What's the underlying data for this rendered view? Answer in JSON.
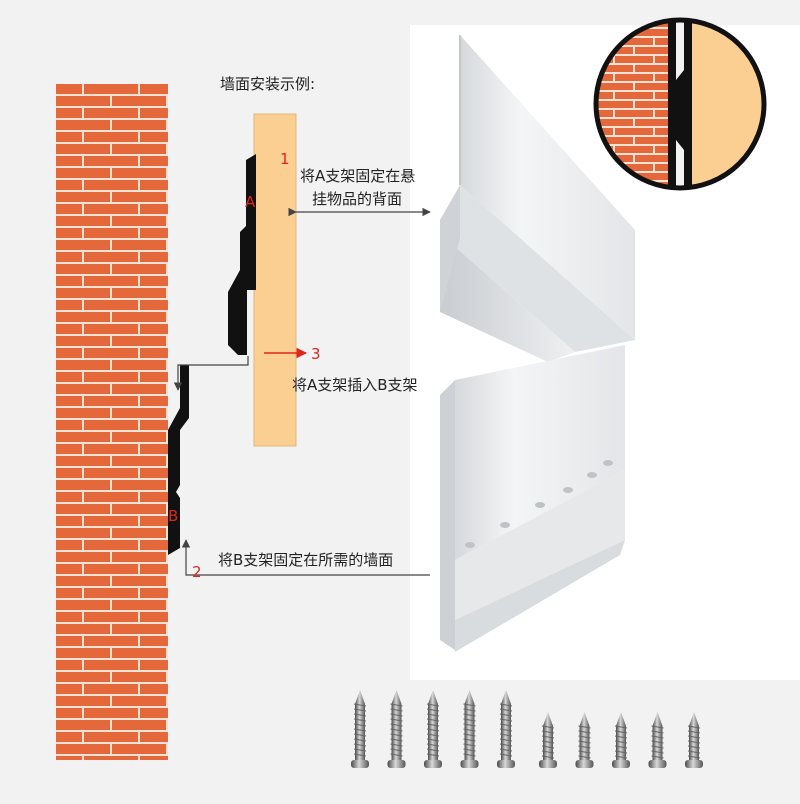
{
  "title": "墙面安装示例:",
  "labels": {
    "bracket_a": "A",
    "bracket_b": "B"
  },
  "steps": [
    {
      "number": "1",
      "text_line1": "将A支架固定在悬",
      "text_line2": "挂物品的背面"
    },
    {
      "number": "2",
      "text": "将B支架固定在所需的墙面"
    },
    {
      "number": "3",
      "text": "将A支架插入B支架"
    }
  ],
  "hardware": {
    "long_screws": 5,
    "short_screws": 5
  },
  "colors": {
    "brick": "#e4683a",
    "mortar": "#f3e3d6",
    "board": "#fbcf91",
    "bracket": "#111111",
    "accent_red": "#e0261c",
    "aluminum": "#e9ebed"
  },
  "icons": [
    "arrow-icon",
    "screw-icon",
    "magnifier-circle-icon"
  ]
}
